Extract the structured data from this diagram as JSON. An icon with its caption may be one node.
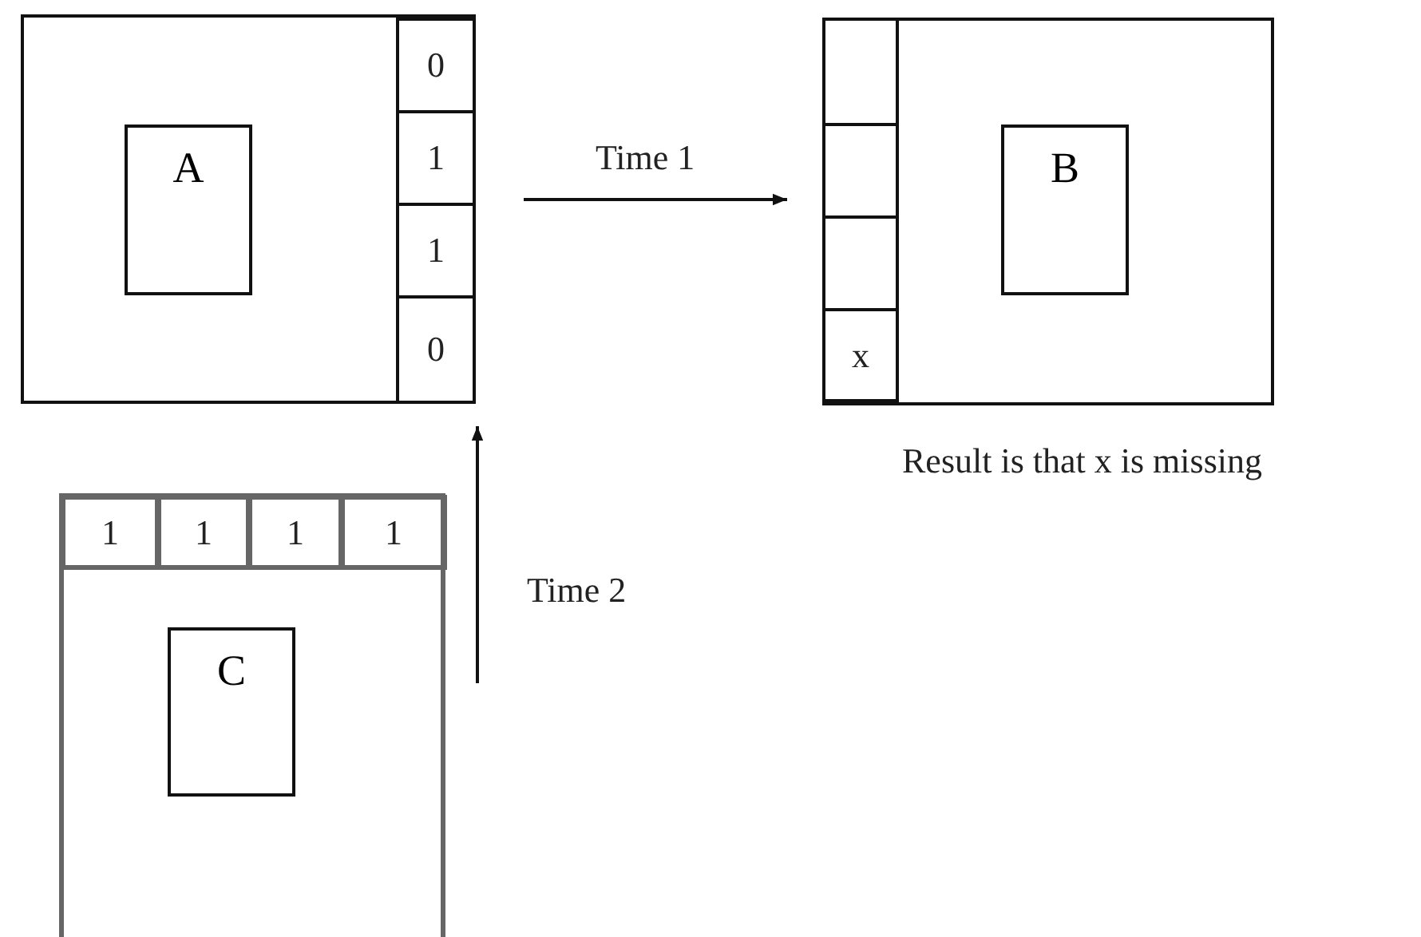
{
  "diagram": {
    "nodes": [
      {
        "text": [],
        "shape": "box"
      },
      {
        "text": [
          "A"
        ],
        "in": 0
      },
      {
        "text": [
          "0"
        ],
        "in": 0
      },
      {
        "text": [
          "1"
        ],
        "in": 0
      },
      {
        "text": [
          "1"
        ],
        "in": 0
      },
      {
        "text": [
          "0"
        ],
        "in": 0
      },
      {
        "text": [],
        "shape": "box",
        "beside": [
          "Result is that x is missing"
        ]
      },
      {
        "text": [],
        "shape": "box",
        "in": 6
      },
      {
        "text": [],
        "shape": "box",
        "in": 6
      },
      {
        "text": [],
        "shape": "box",
        "in": 6
      },
      {
        "text": [
          "x"
        ],
        "in": 6
      },
      {
        "text": [
          "B"
        ],
        "in": 6
      },
      {
        "text": [],
        "shape": "box"
      },
      {
        "text": [
          "1"
        ],
        "in": 12
      },
      {
        "text": [
          "1"
        ],
        "in": 12
      },
      {
        "text": [
          "1"
        ],
        "in": 12
      },
      {
        "text": [
          "1"
        ],
        "in": 12
      },
      {
        "text": [
          "C"
        ],
        "in": 12
      }
    ],
    "edges": [
      {
        "from": 0,
        "to": 6,
        "arrow": "to",
        "label": "Time 1"
      },
      {
        "from": 12,
        "to": 0,
        "arrow": "to",
        "label": "Time 2"
      }
    ]
  }
}
